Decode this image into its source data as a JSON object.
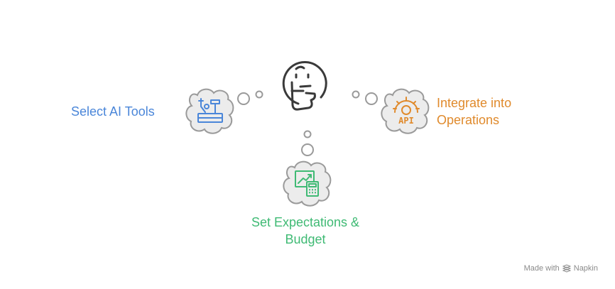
{
  "diagram": {
    "center_icon": "thinking-face-icon",
    "nodes": [
      {
        "id": "left",
        "lines": [
          "Select AI Tools"
        ],
        "color": "#4a86d9",
        "icon": "tools-toolbox-icon"
      },
      {
        "id": "right",
        "lines": [
          "Integrate into",
          "Operations"
        ],
        "color": "#e08a2c",
        "icon": "api-gear-icon"
      },
      {
        "id": "bottom",
        "lines": [
          "Set Expectations &",
          "Budget"
        ],
        "color": "#3fba74",
        "icon": "chart-calculator-icon"
      }
    ],
    "outline_color": "#3a3a3a",
    "cloud_fill": "#ececec",
    "cloud_stroke": "#9a9a9a"
  },
  "watermark": {
    "prefix": "Made with",
    "brand": "Napkin"
  }
}
